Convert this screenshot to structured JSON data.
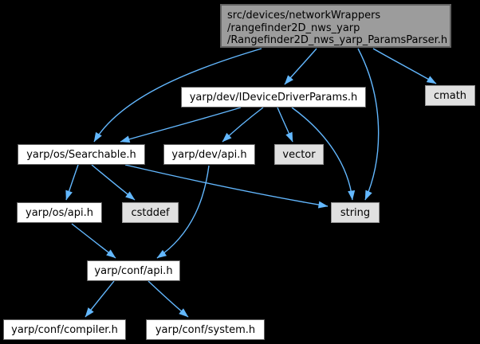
{
  "diagram_type": "include-dependency-graph",
  "colors": {
    "background": "#000000",
    "edge": "#63b8ff",
    "node_fill": "#ffffff",
    "node_border": "#606060",
    "leaf_fill": "#e0e0e0",
    "leaf_border": "#919191",
    "main_fill": "#9c9c9c",
    "main_border": "#626262",
    "text": "#000000"
  },
  "nodes": {
    "main": {
      "lines": [
        "src/devices/networkWrappers",
        "/rangefinder2D_nws_yarp",
        "/Rangefinder2D_nws_yarp_ParamsParser.h"
      ],
      "type": "current"
    },
    "idevice": {
      "label": "yarp/dev/IDeviceDriverParams.h",
      "type": "internal"
    },
    "cmath": {
      "label": "cmath",
      "type": "external"
    },
    "searchable": {
      "label": "yarp/os/Searchable.h",
      "type": "internal"
    },
    "devapi": {
      "label": "yarp/dev/api.h",
      "type": "internal"
    },
    "vector": {
      "label": "vector",
      "type": "external"
    },
    "string": {
      "label": "string",
      "type": "external"
    },
    "osapi": {
      "label": "yarp/os/api.h",
      "type": "internal"
    },
    "cstddef": {
      "label": "cstddef",
      "type": "external"
    },
    "confapi": {
      "label": "yarp/conf/api.h",
      "type": "internal"
    },
    "compiler": {
      "label": "yarp/conf/compiler.h",
      "type": "internal"
    },
    "system": {
      "label": "yarp/conf/system.h",
      "type": "internal"
    }
  },
  "edges": [
    {
      "from": "main",
      "to": "idevice"
    },
    {
      "from": "main",
      "to": "cmath"
    },
    {
      "from": "main",
      "to": "searchable"
    },
    {
      "from": "main",
      "to": "string"
    },
    {
      "from": "idevice",
      "to": "searchable"
    },
    {
      "from": "idevice",
      "to": "devapi"
    },
    {
      "from": "idevice",
      "to": "vector"
    },
    {
      "from": "idevice",
      "to": "string"
    },
    {
      "from": "searchable",
      "to": "osapi"
    },
    {
      "from": "searchable",
      "to": "cstddef"
    },
    {
      "from": "searchable",
      "to": "string"
    },
    {
      "from": "devapi",
      "to": "confapi"
    },
    {
      "from": "osapi",
      "to": "confapi"
    },
    {
      "from": "confapi",
      "to": "compiler"
    },
    {
      "from": "confapi",
      "to": "system"
    }
  ]
}
